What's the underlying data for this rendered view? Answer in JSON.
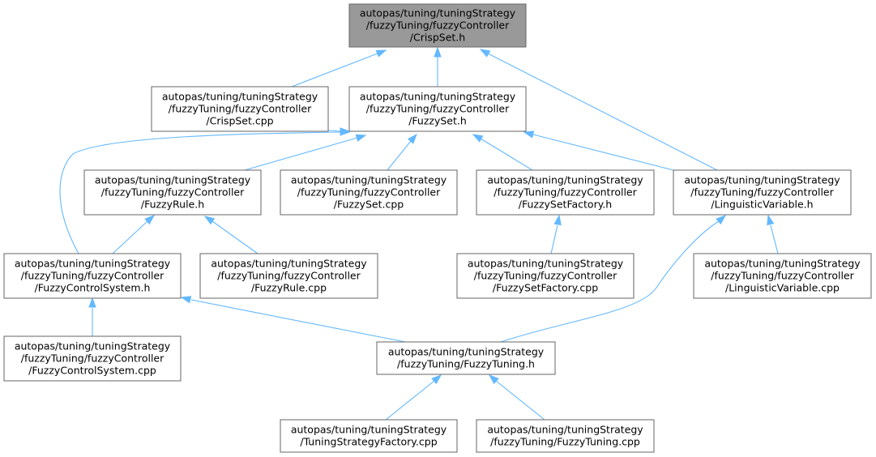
{
  "diagram": {
    "nodes": [
      {
        "id": "crispset_h",
        "lines": [
          "autopas/tuning/tuningStrategy",
          "/fuzzyTuning/fuzzyController",
          "/CrispSet.h"
        ],
        "highlighted": true
      },
      {
        "id": "crispset_cpp",
        "lines": [
          "autopas/tuning/tuningStrategy",
          "/fuzzyTuning/fuzzyController",
          "/CrispSet.cpp"
        ]
      },
      {
        "id": "fuzzyset_h",
        "lines": [
          "autopas/tuning/tuningStrategy",
          "/fuzzyTuning/fuzzyController",
          "/FuzzySet.h"
        ]
      },
      {
        "id": "fuzzyrule_h",
        "lines": [
          "autopas/tuning/tuningStrategy",
          "/fuzzyTuning/fuzzyController",
          "/FuzzyRule.h"
        ]
      },
      {
        "id": "fuzzyset_cpp",
        "lines": [
          "autopas/tuning/tuningStrategy",
          "/fuzzyTuning/fuzzyController",
          "/FuzzySet.cpp"
        ]
      },
      {
        "id": "fuzzysetfactory_h",
        "lines": [
          "autopas/tuning/tuningStrategy",
          "/fuzzyTuning/fuzzyController",
          "/FuzzySetFactory.h"
        ]
      },
      {
        "id": "linguisticvariable_h",
        "lines": [
          "autopas/tuning/tuningStrategy",
          "/fuzzyTuning/fuzzyController",
          "/LinguisticVariable.h"
        ]
      },
      {
        "id": "fuzzycontrolsystem_h",
        "lines": [
          "autopas/tuning/tuningStrategy",
          "/fuzzyTuning/fuzzyController",
          "/FuzzyControlSystem.h"
        ]
      },
      {
        "id": "fuzzyrule_cpp",
        "lines": [
          "autopas/tuning/tuningStrategy",
          "/fuzzyTuning/fuzzyController",
          "/FuzzyRule.cpp"
        ]
      },
      {
        "id": "fuzzysetfactory_cpp",
        "lines": [
          "autopas/tuning/tuningStrategy",
          "/fuzzyTuning/fuzzyController",
          "/FuzzySetFactory.cpp"
        ]
      },
      {
        "id": "linguisticvariable_cpp",
        "lines": [
          "autopas/tuning/tuningStrategy",
          "/fuzzyTuning/fuzzyController",
          "/LinguisticVariable.cpp"
        ]
      },
      {
        "id": "fuzzycontrolsystem_cpp",
        "lines": [
          "autopas/tuning/tuningStrategy",
          "/fuzzyTuning/fuzzyController",
          "/FuzzyControlSystem.cpp"
        ]
      },
      {
        "id": "fuzzytuning_h",
        "lines": [
          "autopas/tuning/tuningStrategy",
          "/fuzzyTuning/FuzzyTuning.h"
        ]
      },
      {
        "id": "tuningstrategyfactory_cpp",
        "lines": [
          "autopas/tuning/tuningStrategy",
          "/TuningStrategyFactory.cpp"
        ]
      },
      {
        "id": "fuzzytuning_cpp",
        "lines": [
          "autopas/tuning/tuningStrategy",
          "/fuzzyTuning/FuzzyTuning.cpp"
        ]
      }
    ],
    "edges": [
      {
        "from": "crispset_cpp",
        "to": "crispset_h"
      },
      {
        "from": "fuzzyset_h",
        "to": "crispset_h"
      },
      {
        "from": "linguisticvariable_h",
        "to": "crispset_h"
      },
      {
        "from": "crispset_cpp",
        "to": "fuzzyset_h"
      },
      {
        "from": "fuzzyrule_h",
        "to": "fuzzyset_h"
      },
      {
        "from": "fuzzyset_cpp",
        "to": "fuzzyset_h"
      },
      {
        "from": "fuzzysetfactory_h",
        "to": "fuzzyset_h"
      },
      {
        "from": "linguisticvariable_h",
        "to": "fuzzyset_h"
      },
      {
        "from": "fuzzycontrolsystem_h",
        "to": "fuzzyset_h"
      },
      {
        "from": "fuzzycontrolsystem_h",
        "to": "fuzzyrule_h"
      },
      {
        "from": "fuzzyrule_cpp",
        "to": "fuzzyrule_h"
      },
      {
        "from": "fuzzysetfactory_cpp",
        "to": "fuzzysetfactory_h"
      },
      {
        "from": "fuzzytuning_h",
        "to": "linguisticvariable_h"
      },
      {
        "from": "linguisticvariable_cpp",
        "to": "linguisticvariable_h"
      },
      {
        "from": "fuzzycontrolsystem_cpp",
        "to": "fuzzycontrolsystem_h"
      },
      {
        "from": "fuzzytuning_h",
        "to": "fuzzycontrolsystem_h"
      },
      {
        "from": "tuningstrategyfactory_cpp",
        "to": "fuzzytuning_h"
      },
      {
        "from": "fuzzytuning_cpp",
        "to": "fuzzytuning_h"
      }
    ]
  }
}
